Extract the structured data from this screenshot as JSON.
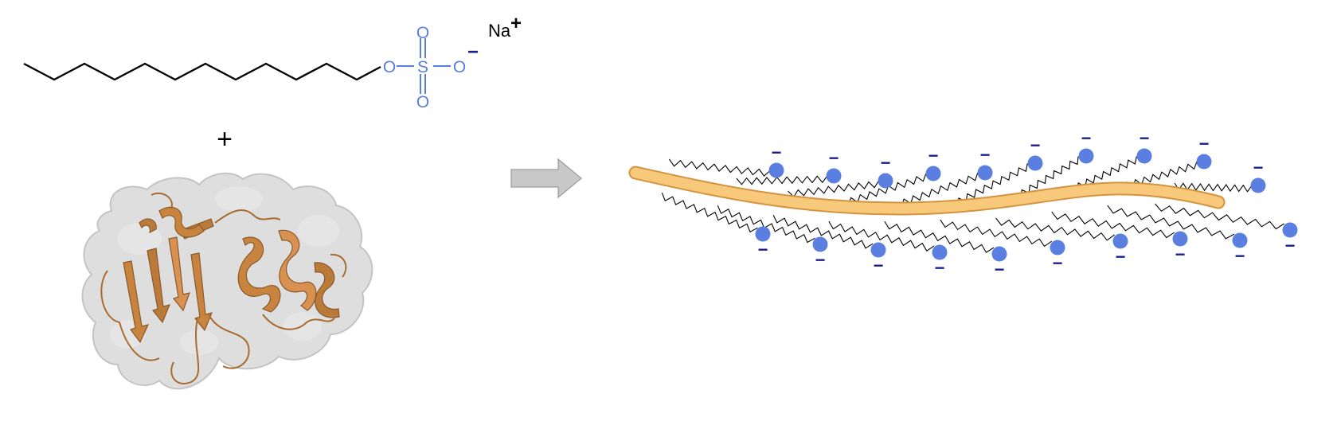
{
  "sds": {
    "atoms": {
      "o1": "O",
      "s": "S",
      "o_top": "O",
      "o_bottom": "O",
      "o_minus": "O"
    },
    "charge_minus": "−",
    "counterion": {
      "symbol": "Na",
      "charge": "+"
    },
    "colors": {
      "chain": "#000000",
      "headgroup": "#5b7fe0"
    }
  },
  "plus_sign": "+",
  "protein": {
    "icon": "folded-protein-ribbon-surface",
    "colors": {
      "surface": "#d3d3d3",
      "ribbon": "#c8843e",
      "ribbon_dark": "#8a5a2b"
    }
  },
  "arrow": {
    "icon": "reaction-arrow",
    "color": "#c8c8c8",
    "stroke": "#9a9a9a"
  },
  "complex": {
    "icon": "sds-coated-unfolded-protein",
    "charge_label": "−",
    "colors": {
      "backbone_fill": "#f8c97a",
      "backbone_stroke": "#d49340",
      "head": "#5b7fe0",
      "charge": "#1a1f8c",
      "tail": "#000000"
    }
  }
}
